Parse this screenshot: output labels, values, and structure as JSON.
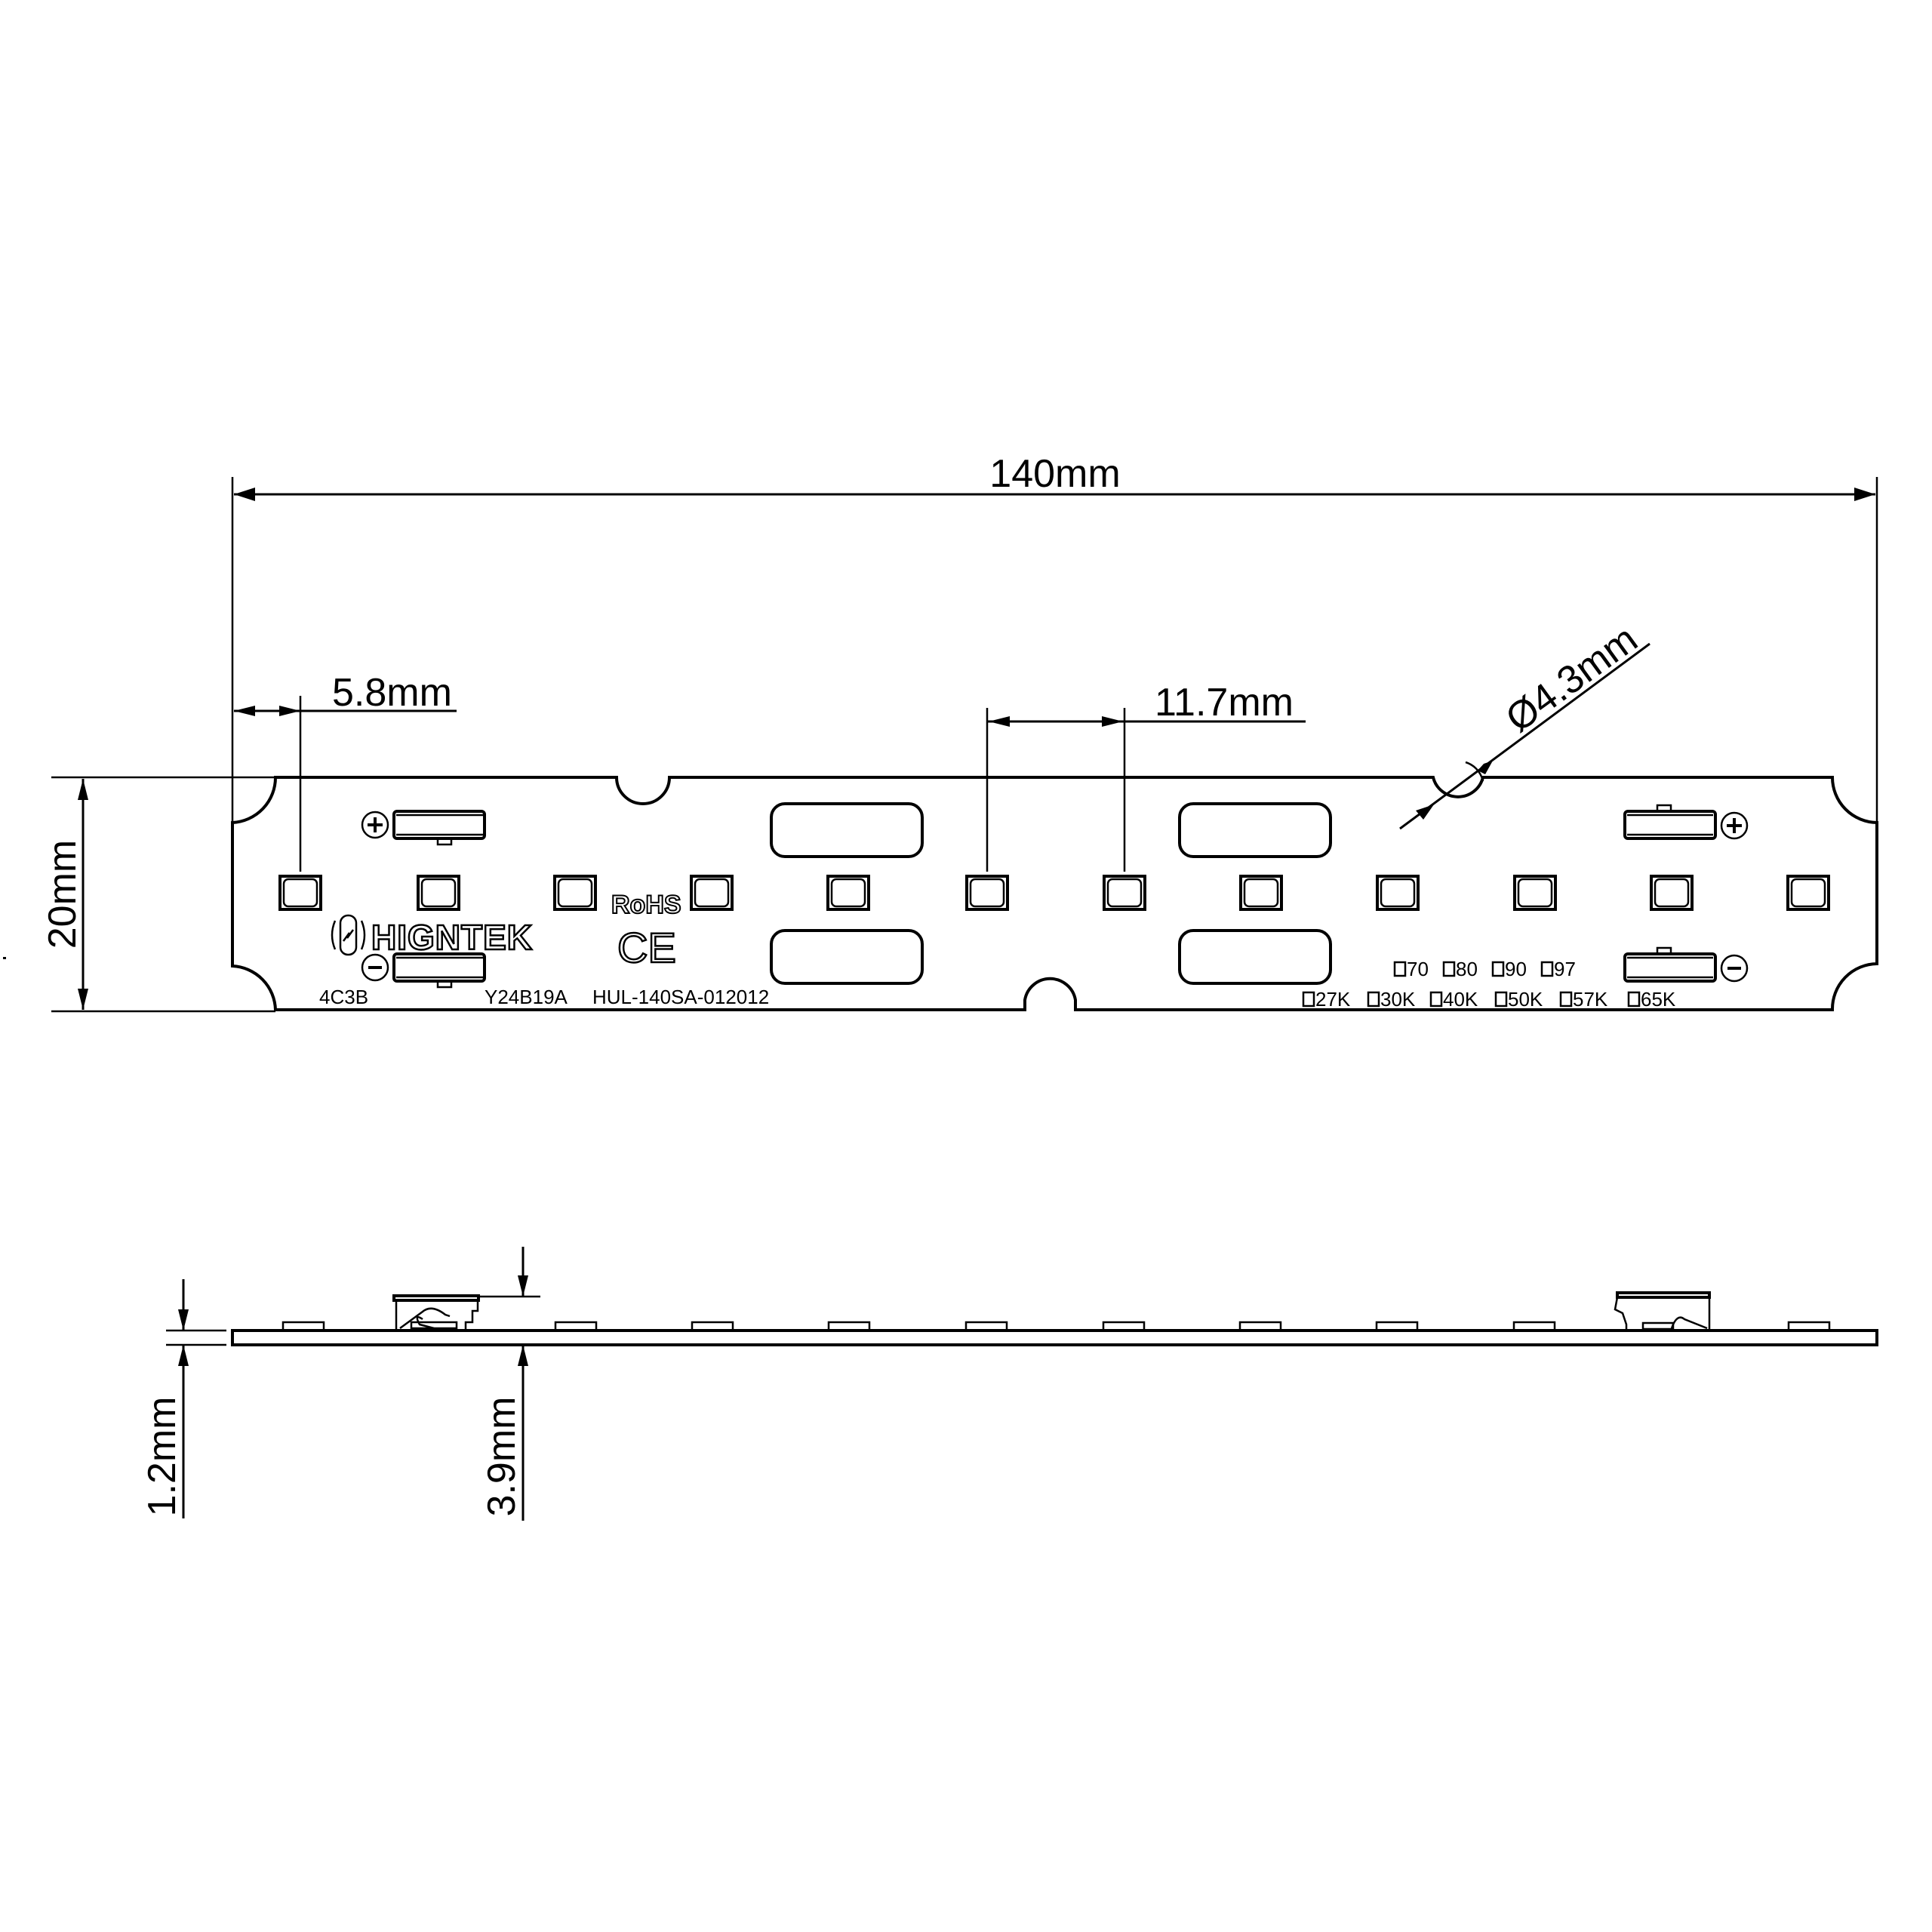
{
  "drawing": {
    "title": "LED strip board dimensional drawing",
    "line_color": "#000000",
    "background": "#ffffff"
  },
  "top_view": {
    "dimensions": {
      "overall_length": "140mm",
      "board_width": "20mm",
      "edge_to_first_led": "5.8mm",
      "led_pitch": "11.7mm",
      "mounting_hole_diameter": "Ø4.3mm"
    },
    "led_count": 12,
    "windows": 4,
    "connectors": [
      {
        "position": "left-top",
        "polarity": "+",
        "icon": "plus-circle-icon"
      },
      {
        "position": "left-bottom",
        "polarity": "-",
        "icon": "minus-circle-icon"
      },
      {
        "position": "right-top",
        "polarity": "+",
        "icon": "plus-circle-icon"
      },
      {
        "position": "right-bottom",
        "polarity": "-",
        "icon": "minus-circle-icon"
      }
    ],
    "silkscreen": {
      "brand_logo": "HIGNTEK",
      "rohs": "RoHS",
      "ce": "CE",
      "lot_code": "4C3B",
      "batch_code": "Y24B19A",
      "part_number": "HUL-140SA-012012",
      "cri_options": [
        "70",
        "80",
        "90",
        "97"
      ],
      "cct_options": [
        "27K",
        "30K",
        "40K",
        "50K",
        "57K",
        "65K"
      ]
    }
  },
  "side_view": {
    "dimensions": {
      "board_thickness": "1.2mm",
      "total_height": "3.9mm"
    },
    "led_count": 12,
    "connector_count": 2
  }
}
